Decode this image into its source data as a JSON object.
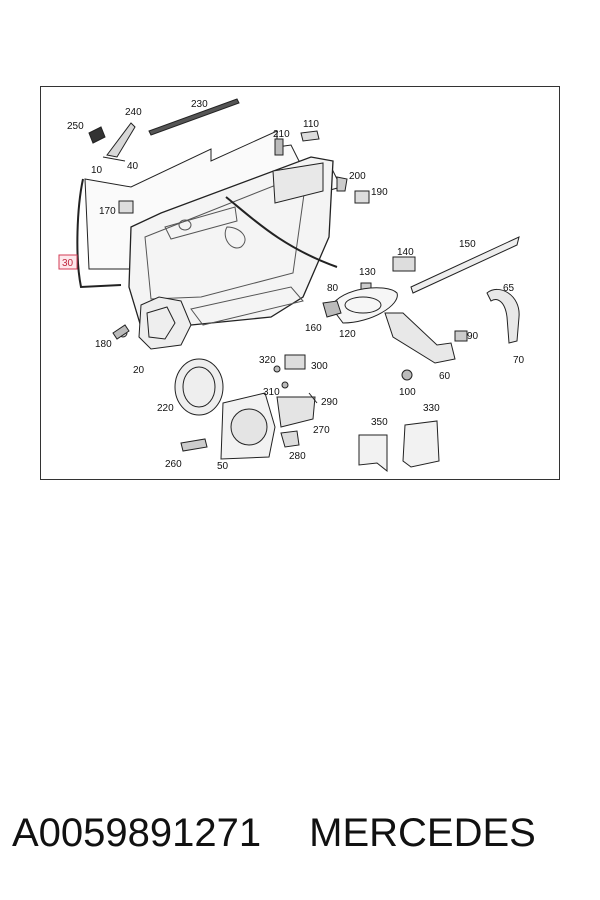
{
  "diagram": {
    "labels": {
      "p10": "10",
      "p20": "20",
      "p30": "30",
      "p40": "40",
      "p50": "50",
      "p60": "60",
      "p65": "65",
      "p70": "70",
      "p80": "80",
      "p90": "90",
      "p100": "100",
      "p110": "110",
      "p120": "120",
      "p130": "130",
      "p140": "140",
      "p150": "150",
      "p160": "160",
      "p170": "170",
      "p180": "180",
      "p190": "190",
      "p200": "200",
      "p210": "210",
      "p220": "220",
      "p230": "230",
      "p240": "240",
      "p250": "250",
      "p260": "260",
      "p270": "270",
      "p280": "280",
      "p290": "290",
      "p300": "300",
      "p310": "310",
      "p320": "320",
      "p330": "330",
      "p350": "350"
    },
    "highlighted_part": "30",
    "highlight_color": "#d33b55"
  },
  "caption": {
    "part_number": "A0059891271",
    "brand": "MERCEDES"
  }
}
